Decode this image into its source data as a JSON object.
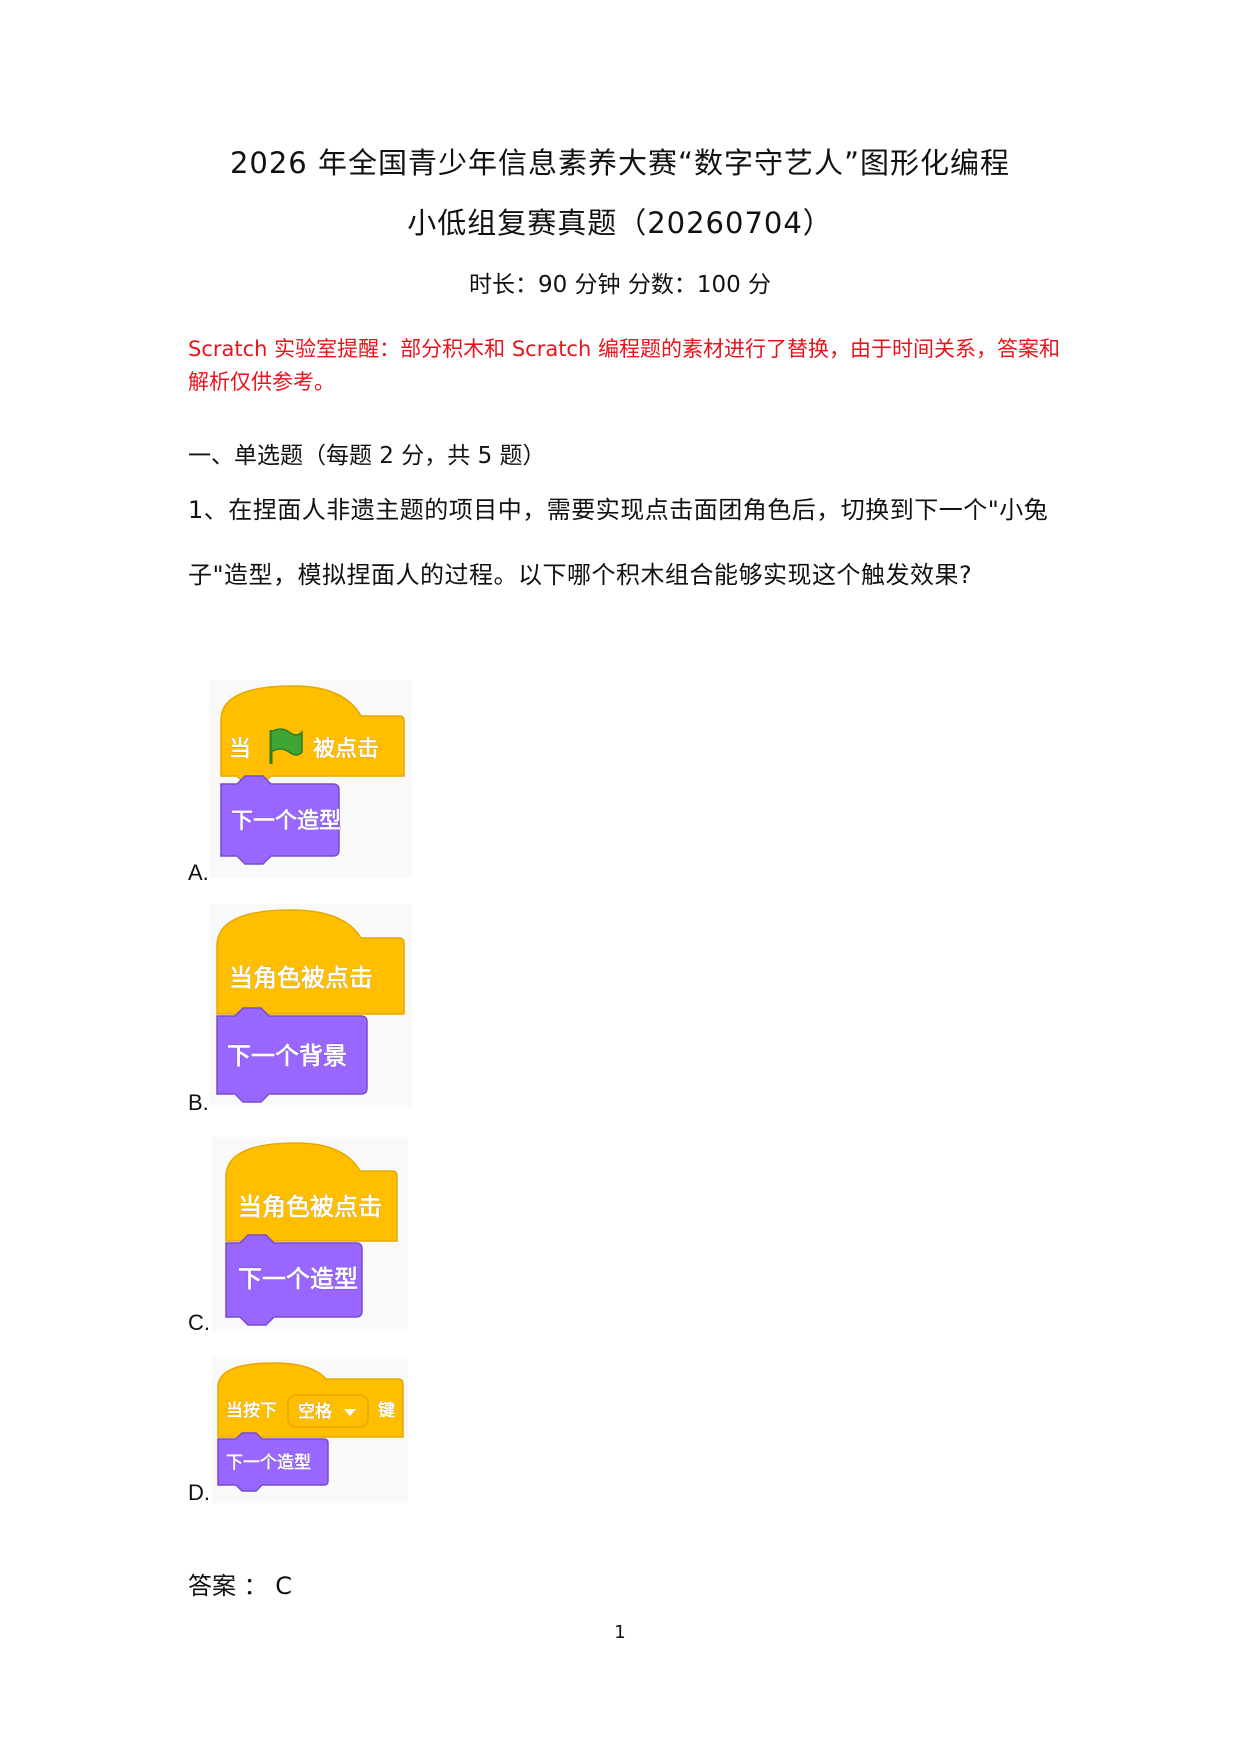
{
  "doc": {
    "title_line1": "2026 年全国青少年信息素养大赛“数字守艺人”图形化编程",
    "title_line2": "小低组复赛真题（20260704）",
    "meta": "时长：90 分钟   分数：100 分",
    "notice": "Scratch 实验室提醒：部分积木和 Scratch 编程题的素材进行了替换，由于时间关系，答案和解析仅供参考。",
    "section_title": "一、单选题（每题 2 分，共 5 题）",
    "question_1": "1、在捏面人非遗主题的项目中，需要实现点击面团角色后，切换到下一个\"小兔子\"造型，模拟捏面人的过程。以下哪个积木组合能够实现这个触发效果?",
    "answer": "答案 ： C",
    "page_number": "1"
  },
  "colors": {
    "notice": "#e8141c",
    "event_block": "#ffbf00",
    "looks_block": "#9966ff",
    "flag": "#3fa535"
  },
  "options": [
    {
      "letter": "A.",
      "hat_block": {
        "before": "当",
        "icon": "green-flag-icon",
        "after": "被点击"
      },
      "stack_block": "下一个造型"
    },
    {
      "letter": "B.",
      "hat_block": {
        "text": "当角色被点击"
      },
      "stack_block": "下一个背景"
    },
    {
      "letter": "C.",
      "hat_block": {
        "text": "当角色被点击"
      },
      "stack_block": "下一个造型"
    },
    {
      "letter": "D.",
      "hat_block": {
        "before": "当按下",
        "dropdown": "空格",
        "after": "键"
      },
      "stack_block": "下一个造型"
    }
  ]
}
